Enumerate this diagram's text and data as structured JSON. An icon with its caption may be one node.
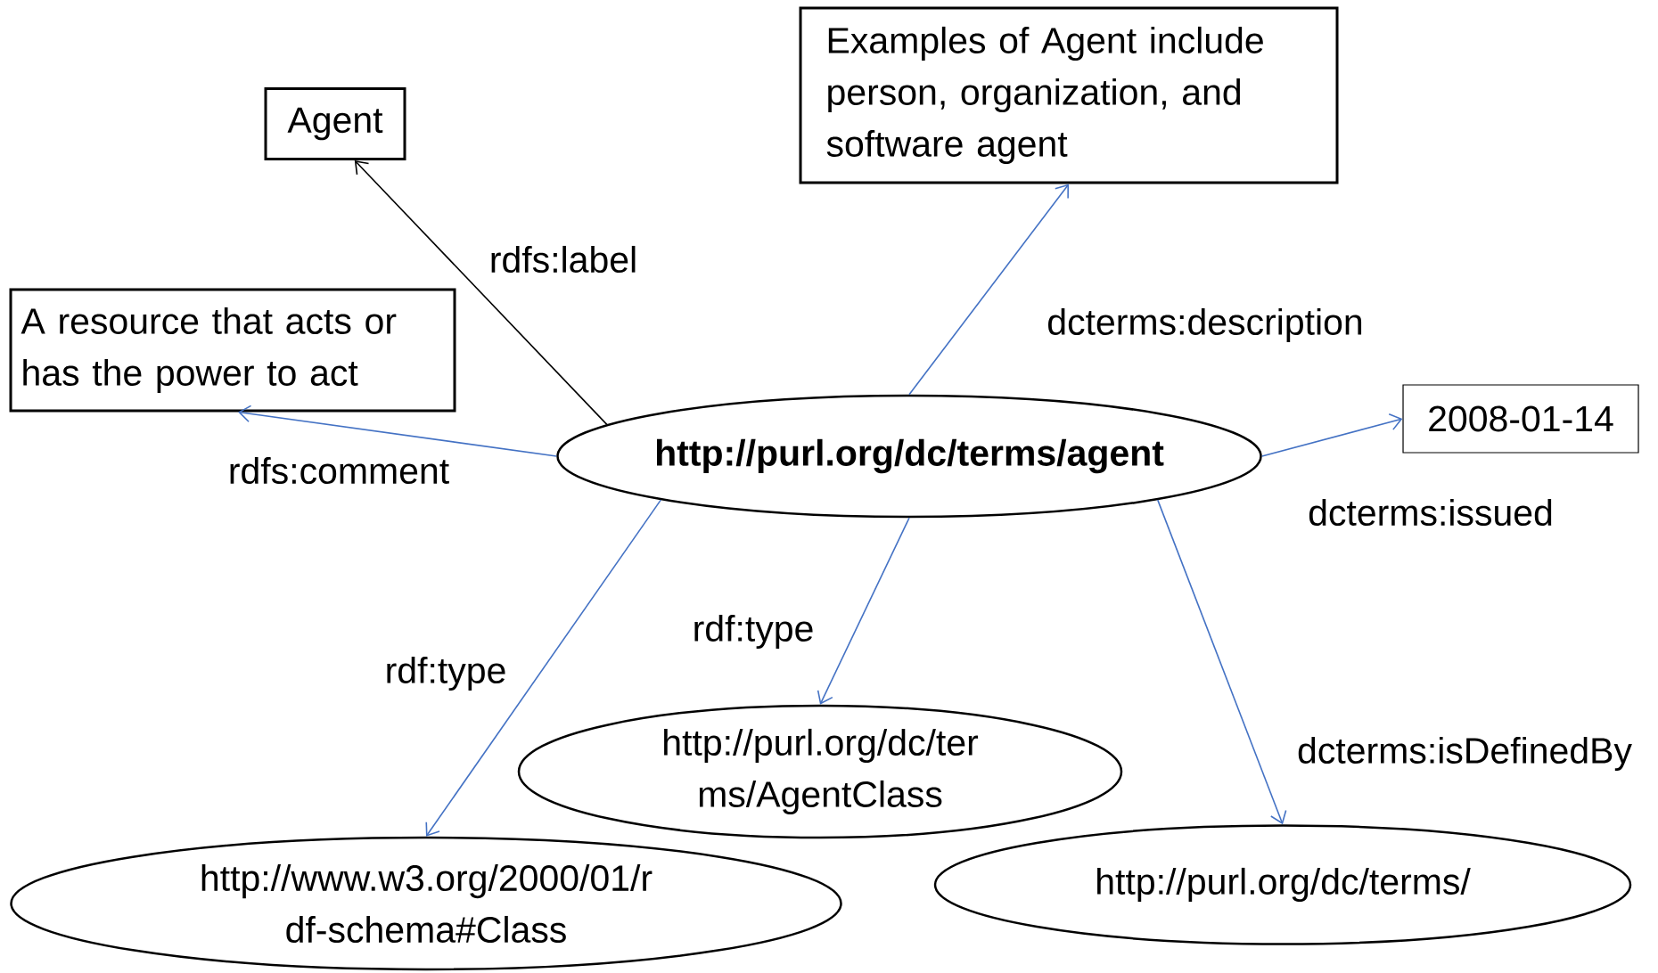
{
  "diagram": {
    "nodes": [
      {
        "text": [
          "http://purl.org/dc/terms/agent"
        ]
      },
      {
        "text": [
          "Agent"
        ]
      },
      {
        "text": [
          "Examples of Agent include person, organization, and software agent"
        ]
      },
      {
        "text": [
          "A resource that acts or has the power to act"
        ]
      },
      {
        "text": [
          "2008-01-14"
        ]
      },
      {
        "text": [
          "http://www.w3.org/2000/01/r df-schema#Class"
        ]
      },
      {
        "text": [
          "http://purl.org/dc/ter ms/AgentClass"
        ]
      },
      {
        "text": [
          "http://purl.org/dc/terms/"
        ]
      }
    ],
    "edges": [
      {
        "from": 0,
        "to": 1,
        "arrow": "to",
        "label": "rdfs:label",
        "color": "#000000"
      },
      {
        "from": 0,
        "to": 2,
        "arrow": "to",
        "label": "dcterms:description"
      },
      {
        "from": 0,
        "to": 3,
        "arrow": "to",
        "label": "rdfs:comment"
      },
      {
        "from": 0,
        "to": 4,
        "arrow": "to",
        "label": "dcterms:issued"
      },
      {
        "from": 0,
        "to": 5,
        "arrow": "to",
        "label": "rdf:type"
      },
      {
        "from": 0,
        "to": 6,
        "arrow": "to",
        "label": "rdf:type"
      },
      {
        "from": 0,
        "to": 7,
        "arrow": "to",
        "label": "dcterms:isDefinedBy"
      }
    ]
  }
}
